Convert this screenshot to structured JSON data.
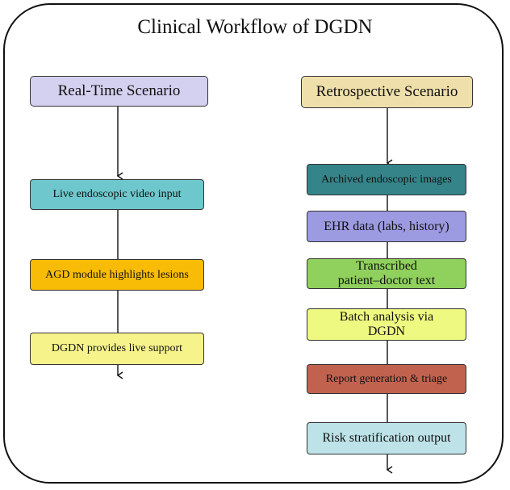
{
  "title": "Clinical Workflow of DGDN",
  "left": {
    "header": "Real-Time Scenario",
    "steps": [
      "Live endoscopic video input",
      "AGD module highlights lesions",
      "DGDN provides live support"
    ]
  },
  "right": {
    "header": "Retrospective Scenario",
    "steps": [
      "Archived endoscopic images",
      "EHR data (labs, history)",
      "Transcribed\npatient–doctor text",
      "Batch analysis via\nDGDN",
      "Report generation & triage",
      "Risk stratification output"
    ]
  },
  "colors": {
    "realtime_header": "#d4d0f0",
    "retro_header": "#efdfaa",
    "live_video": "#6ec7cd",
    "agd": "#f8bc06",
    "live_support": "#f7f38b",
    "archived": "#358489",
    "ehr": "#9c9ae0",
    "transcribed": "#8fd15c",
    "batch": "#eef981",
    "report": "#c1624f",
    "risk": "#bde2e8"
  }
}
